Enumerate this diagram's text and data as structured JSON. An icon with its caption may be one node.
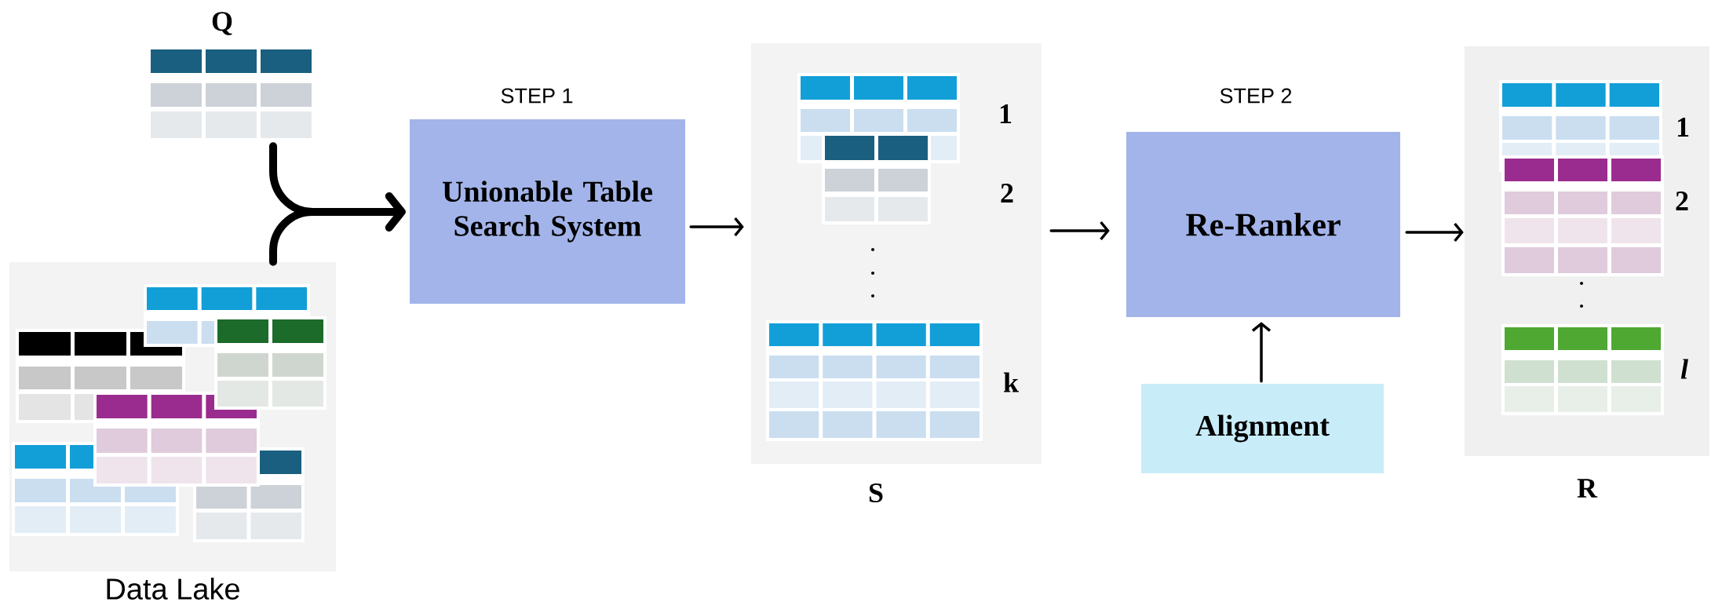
{
  "diagram": {
    "nodes": [
      {
        "text": [
          "Q"
        ]
      },
      {
        "text": [
          "Data Lake"
        ]
      },
      {
        "text": [
          "STEP 1",
          "Unionable Table Search System"
        ]
      },
      {
        "text": [
          "S"
        ]
      },
      {
        "text": [
          "STEP 2",
          "Re-Ranker"
        ]
      },
      {
        "text": [
          "Alignment"
        ]
      },
      {
        "text": [
          "R"
        ]
      }
    ],
    "edges": [
      {
        "from": 0,
        "to": 2,
        "arrow": "to",
        "style": "thick"
      },
      {
        "from": 1,
        "to": 2,
        "arrow": "to",
        "style": "thick"
      },
      {
        "from": 2,
        "to": 3,
        "arrow": "to"
      },
      {
        "from": 3,
        "to": 4,
        "arrow": "to"
      },
      {
        "from": 4,
        "to": 6,
        "arrow": "to"
      },
      {
        "from": 5,
        "to": 4,
        "arrow": "to"
      }
    ],
    "labels": [
      "1",
      "2",
      "k",
      "1",
      "2",
      "l"
    ]
  }
}
